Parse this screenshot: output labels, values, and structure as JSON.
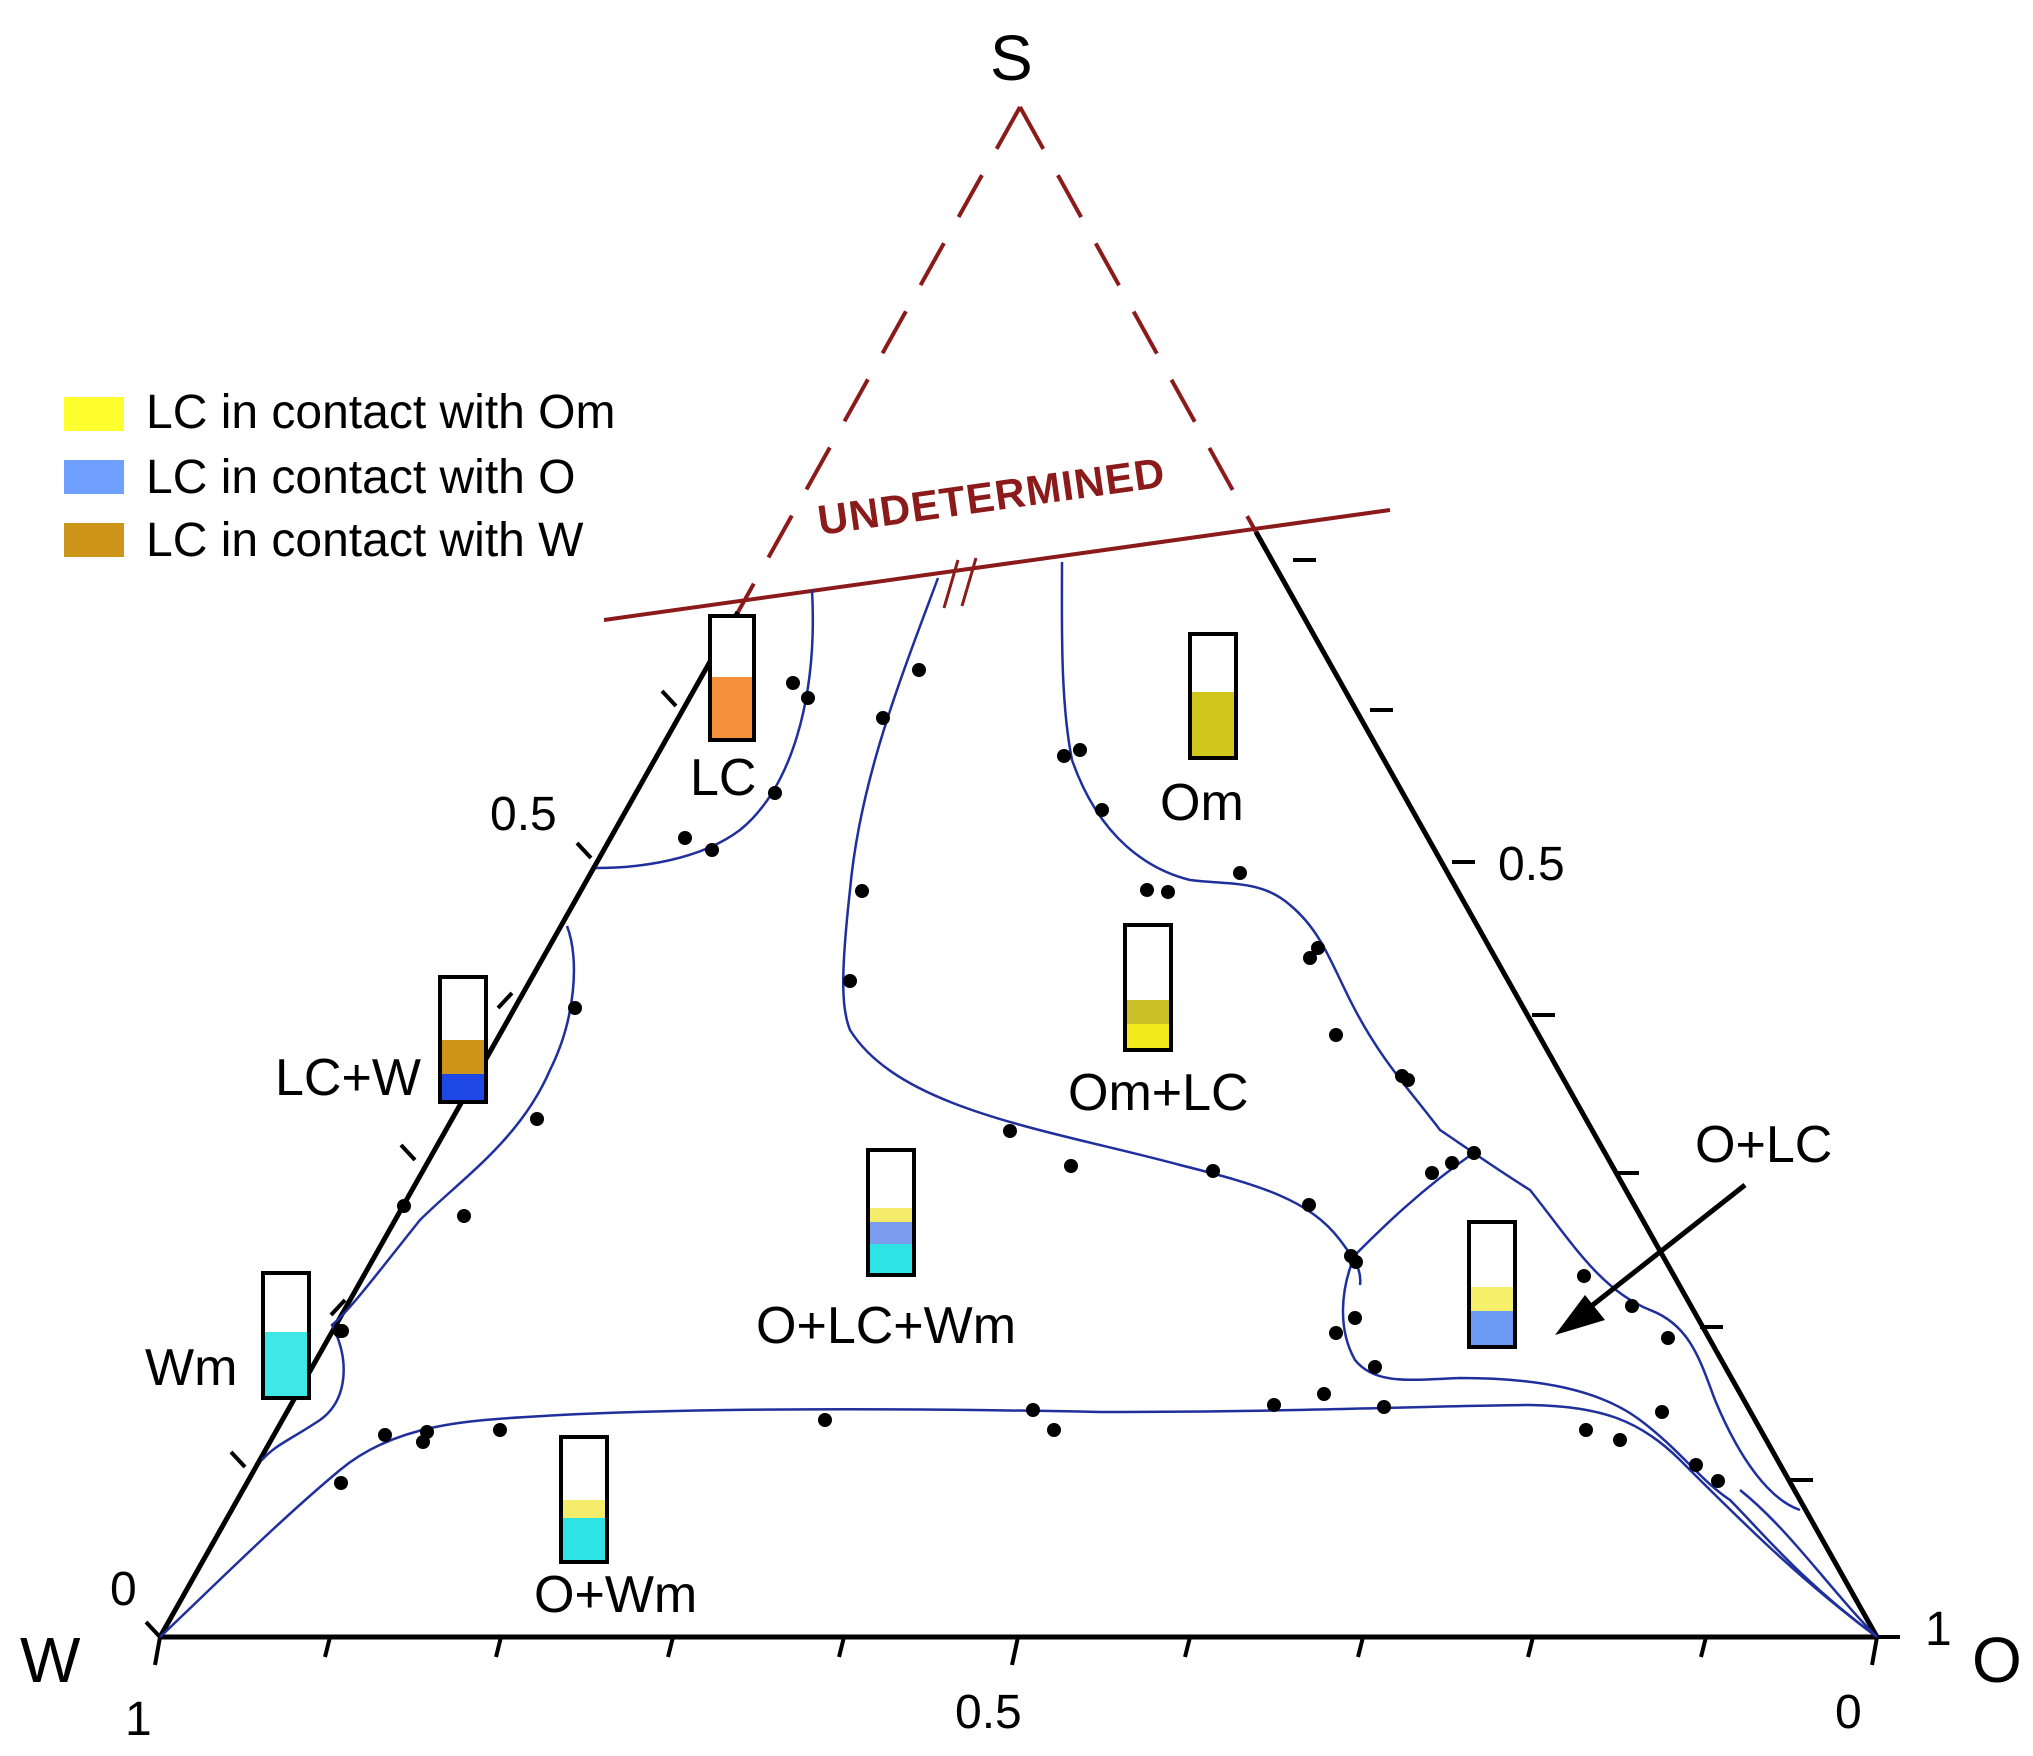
{
  "chart_data": {
    "type": "ternary-phase-diagram",
    "vertices": {
      "top": "S",
      "left": "W",
      "right": "O"
    },
    "axis_labels": {
      "left_edge": {
        "start": "0",
        "mid": "0.5"
      },
      "right_edge": {
        "mid": "0.5"
      },
      "bottom_edge": {
        "left": "1",
        "mid": "0.5",
        "right": "0"
      },
      "right_vertex_value": "1"
    },
    "undetermined_label": "UNDETERMINED",
    "legend": [
      {
        "label": "LC in contact with Om",
        "color": "#ffff2e"
      },
      {
        "label": "LC in contact with O",
        "color": "#6fa0ff"
      },
      {
        "label": "LC in contact with W",
        "color": "#cc9418"
      }
    ],
    "regions": [
      {
        "label": "LC",
        "layers": [
          {
            "color": "#f4913a",
            "fraction": 0.5
          }
        ]
      },
      {
        "label": "Om",
        "layers": [
          {
            "color": "#d1c71a",
            "fraction": 0.55
          }
        ]
      },
      {
        "label": "LC+W",
        "layers": [
          {
            "color": "#1d48e6",
            "fraction": 0.22
          },
          {
            "color": "#cc9418",
            "fraction": 0.28
          }
        ]
      },
      {
        "label": "Om+LC",
        "layers": [
          {
            "color": "#f2ea1a",
            "fraction": 0.2
          },
          {
            "color": "#cdc12a",
            "fraction": 0.2
          }
        ]
      },
      {
        "label": "Wm",
        "layers": [
          {
            "color": "#3fe7e7",
            "fraction": 0.55
          }
        ]
      },
      {
        "label": "O+LC+Wm",
        "layers": [
          {
            "color": "#2de3e3",
            "fraction": 0.25
          },
          {
            "color": "#7c9cf0",
            "fraction": 0.15
          },
          {
            "color": "#f4ec6a",
            "fraction": 0.12
          }
        ]
      },
      {
        "label": "O+LC",
        "layers": [
          {
            "color": "#6b9af2",
            "fraction": 0.3
          },
          {
            "color": "#f6ef6a",
            "fraction": 0.18
          }
        ]
      },
      {
        "label": "O+Wm",
        "layers": [
          {
            "color": "#2de3e3",
            "fraction": 0.32
          },
          {
            "color": "#f4ec6a",
            "fraction": 0.15
          }
        ]
      }
    ],
    "colors": {
      "axes": "#000000",
      "phase_boundary": "#1f2f9c",
      "undetermined": "#8b1a1a",
      "points": "#000000"
    },
    "points_count": 52
  }
}
